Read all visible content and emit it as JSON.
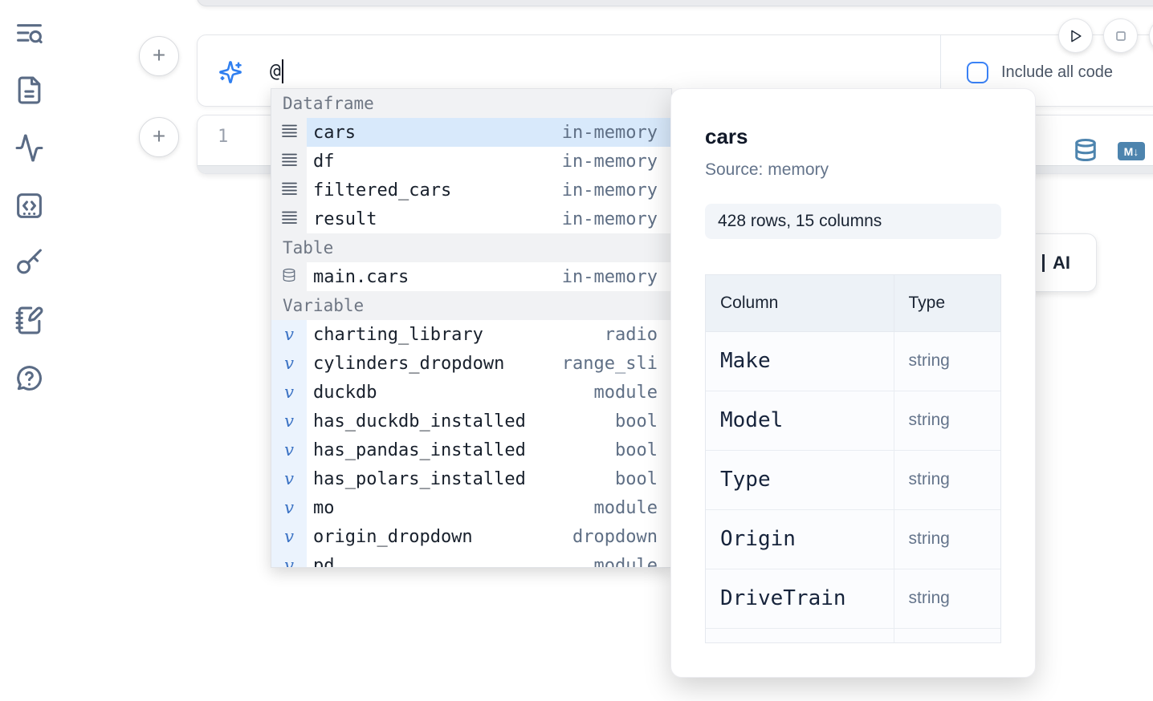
{
  "colors": {
    "accent_blue": "#3b82f6",
    "steel_blue": "#4d84ae",
    "selected_row": "#d8e9fb",
    "section_header_bg": "#f1f2f4",
    "variable_gutter_bg": "#ebf3fd"
  },
  "sidebar": {
    "icons": [
      "contents-search-icon",
      "file-icon",
      "activity-icon",
      "snippets-icon",
      "key-icon",
      "scratchpad-icon",
      "help-icon"
    ]
  },
  "toolbar": {
    "run_icon": "play-icon",
    "stop_icon": "stop-icon",
    "partial_icon": "circle-button-partial"
  },
  "ai_prompt": {
    "value": "@",
    "include_all_code_label": "Include all code",
    "checkbox_checked": false,
    "sparkle_icon": "sparkles-icon"
  },
  "editor": {
    "line_number": "1",
    "database_icon": "database-icon",
    "markdown_badge": "M↓"
  },
  "ai_generate_button": {
    "visible_text": "AI"
  },
  "completion": {
    "sections": [
      {
        "label": "Dataframe",
        "icon": "dataframe-icon",
        "gutter": "gray",
        "items": [
          {
            "name": "cars",
            "type": "in-memory",
            "selected": true
          },
          {
            "name": "df",
            "type": "in-memory",
            "selected": false
          },
          {
            "name": "filtered_cars",
            "type": "in-memory",
            "selected": false
          },
          {
            "name": "result",
            "type": "in-memory",
            "selected": false
          }
        ]
      },
      {
        "label": "Table",
        "icon": "table-icon",
        "gutter": "gray",
        "items": [
          {
            "name": "main.cars",
            "type": "in-memory",
            "selected": false
          }
        ]
      },
      {
        "label": "Variable",
        "icon": "variable-icon",
        "gutter": "blue",
        "items": [
          {
            "name": "charting_library",
            "type": "radio",
            "selected": false
          },
          {
            "name": "cylinders_dropdown",
            "type": "range_sli",
            "selected": false
          },
          {
            "name": "duckdb",
            "type": "module",
            "selected": false
          },
          {
            "name": "has_duckdb_installed",
            "type": "bool",
            "selected": false
          },
          {
            "name": "has_pandas_installed",
            "type": "bool",
            "selected": false
          },
          {
            "name": "has_polars_installed",
            "type": "bool",
            "selected": false
          },
          {
            "name": "mo",
            "type": "module",
            "selected": false
          },
          {
            "name": "origin_dropdown",
            "type": "dropdown",
            "selected": false
          },
          {
            "name": "pd",
            "type": "module",
            "selected": false
          }
        ]
      }
    ]
  },
  "popup": {
    "title": "cars",
    "source": "Source: memory",
    "shape": "428 rows, 15 columns",
    "table": {
      "headers": [
        "Column",
        "Type"
      ],
      "rows": [
        [
          "Make",
          "string"
        ],
        [
          "Model",
          "string"
        ],
        [
          "Type",
          "string"
        ],
        [
          "Origin",
          "string"
        ],
        [
          "DriveTrain",
          "string"
        ],
        [
          "",
          ""
        ]
      ]
    }
  }
}
